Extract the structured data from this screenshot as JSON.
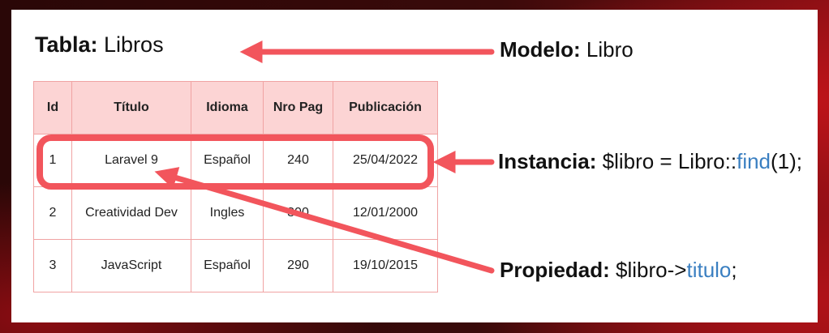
{
  "table_title": {
    "prefix": "Tabla:",
    "name": "Libros"
  },
  "table": {
    "headers": [
      "Id",
      "Título",
      "Idioma",
      "Nro Pag",
      "Publicación"
    ],
    "rows": [
      [
        "1",
        "Laravel 9",
        "Español",
        "240",
        "25/04/2022"
      ],
      [
        "2",
        "Creatividad Dev",
        "Ingles",
        "300",
        "12/01/2000"
      ],
      [
        "3",
        "JavaScript",
        "Español",
        "290",
        "19/10/2015"
      ]
    ]
  },
  "modelo": {
    "prefix": "Modelo:",
    "value": "Libro"
  },
  "instancia": {
    "prefix": "Instancia:",
    "code_before": "$libro = Libro::",
    "method": "find",
    "code_after": "(1);"
  },
  "propiedad": {
    "prefix": "Propiedad:",
    "code_before": "$libro->",
    "property": "titulo",
    "code_after": ";"
  },
  "colors": {
    "accent": "#f2555c",
    "header_bg": "#fcd4d4",
    "code_keyword": "#3a7fc1"
  }
}
